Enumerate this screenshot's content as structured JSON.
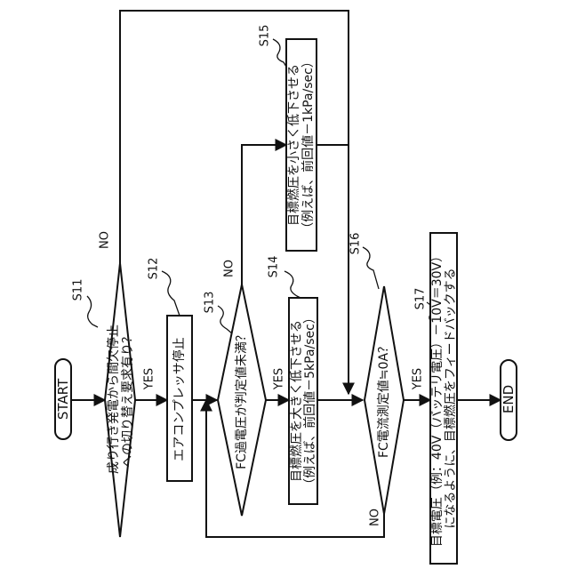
{
  "start": "START",
  "end": "END",
  "steps": {
    "s11": {
      "id": "S11",
      "lines": [
        "成り行き発電から間欠停止",
        "への切り替え要求有り？"
      ]
    },
    "s12": {
      "id": "S12",
      "text": "エアコンプレッサ停止"
    },
    "s13": {
      "id": "S13",
      "text": "FC過電圧が判定値未満？"
    },
    "s14": {
      "id": "S14",
      "lines": [
        "目標燃圧を大きく低下させる",
        "（例えば、前回値－5kPa/sec）"
      ]
    },
    "s15": {
      "id": "S15",
      "lines": [
        "目標燃圧を小さく低下させる",
        "（例えば、前回値－1kPa/sec）"
      ]
    },
    "s16": {
      "id": "S16",
      "text": "FC電流測定値≒0A？"
    },
    "s17": {
      "id": "S17",
      "lines": [
        "目標電圧（例：40V（バッテリ電圧）－10V＝30V）",
        "になるように、目標燃圧をフィードバックする"
      ]
    }
  },
  "branches": {
    "yes": "YES",
    "no": "NO"
  }
}
